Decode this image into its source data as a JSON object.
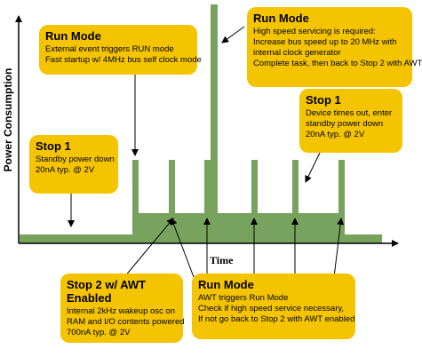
{
  "axes": {
    "y_label": "Power Consumption",
    "x_label": "Time"
  },
  "colors": {
    "signal_fill": "#77a35e",
    "callout_fill": "#f5c400",
    "axis": "#000000"
  },
  "callouts": {
    "run_mode_external": {
      "title": "Run Mode",
      "lines": [
        "External event triggers RUN mode",
        "Fast startup w/ 4MHz bus self clock mode"
      ]
    },
    "run_mode_highspeed": {
      "title": "Run Mode",
      "lines": [
        "High speed servicing is required:",
        "Increase bus speed up to 20 MHz with",
        "internal clock generator",
        "Complete task, then back to Stop 2 with AWT"
      ]
    },
    "stop1_right": {
      "title": "Stop 1",
      "lines": [
        "Device times out, enter",
        "standby power down",
        "20nA typ. @ 2V"
      ]
    },
    "stop1_left": {
      "title": "Stop 1",
      "lines": [
        "Standby power down",
        "20nA typ. @ 2V"
      ]
    },
    "stop2_awt": {
      "title": "Stop 2 w/ AWT Enabled",
      "lines": [
        "Internal 2kHz wakeup osc on",
        "RAM and I/O contents powered",
        "700nA typ. @ 2V"
      ]
    },
    "run_mode_awt": {
      "title": "Run Mode",
      "lines": [
        "AWT triggers Run Mode",
        "Check if high speed service necessary,",
        "If not go back to Stop 2 with AWT enabled"
      ]
    }
  }
}
